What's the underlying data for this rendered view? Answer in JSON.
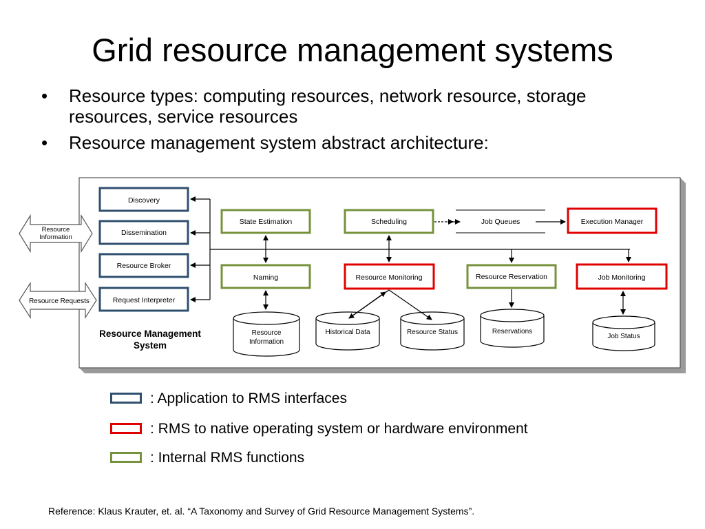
{
  "slide": {
    "title": "Grid resource management systems",
    "bullets": [
      "Resource types: computing resources, network resource, storage resources, service resources",
      "Resource management system abstract architecture:"
    ]
  },
  "diagram": {
    "system_label": "Resource Management System",
    "external": {
      "resource_information": "Resource Information",
      "resource_requests": "Resource Requests"
    },
    "interfaces": {
      "discovery": "Discovery",
      "dissemination": "Dissemination",
      "resource_broker": "Resource Broker",
      "request_interpreter": "Request Interpreter"
    },
    "functions": {
      "state_estimation": "State Estimation",
      "scheduling": "Scheduling",
      "job_queues": "Job Queues",
      "execution_manager": "Execution Manager",
      "naming": "Naming",
      "resource_monitoring": "Resource Monitoring",
      "resource_reservation": "Resource Reservation",
      "job_monitoring": "Job Monitoring"
    },
    "stores": {
      "resource_information": "Resource Information",
      "historical_data": "Historical Data",
      "resource_status": "Resource Status",
      "reservations": "Reservations",
      "job_status": "Job Status"
    },
    "colors": {
      "interface": "#2f4f6f",
      "native": "#e00000",
      "internal": "#76923c"
    }
  },
  "legend": [
    {
      "color": "#2f4f6f",
      "label": ": Application to RMS interfaces"
    },
    {
      "color": "#e00000",
      "label": ": RMS to native operating system or hardware environment"
    },
    {
      "color": "#76923c",
      "label": ": Internal RMS functions"
    }
  ],
  "reference": "Reference: Klaus Krauter, et. al. “A Taxonomy and Survey of Grid Resource Management Systems”."
}
